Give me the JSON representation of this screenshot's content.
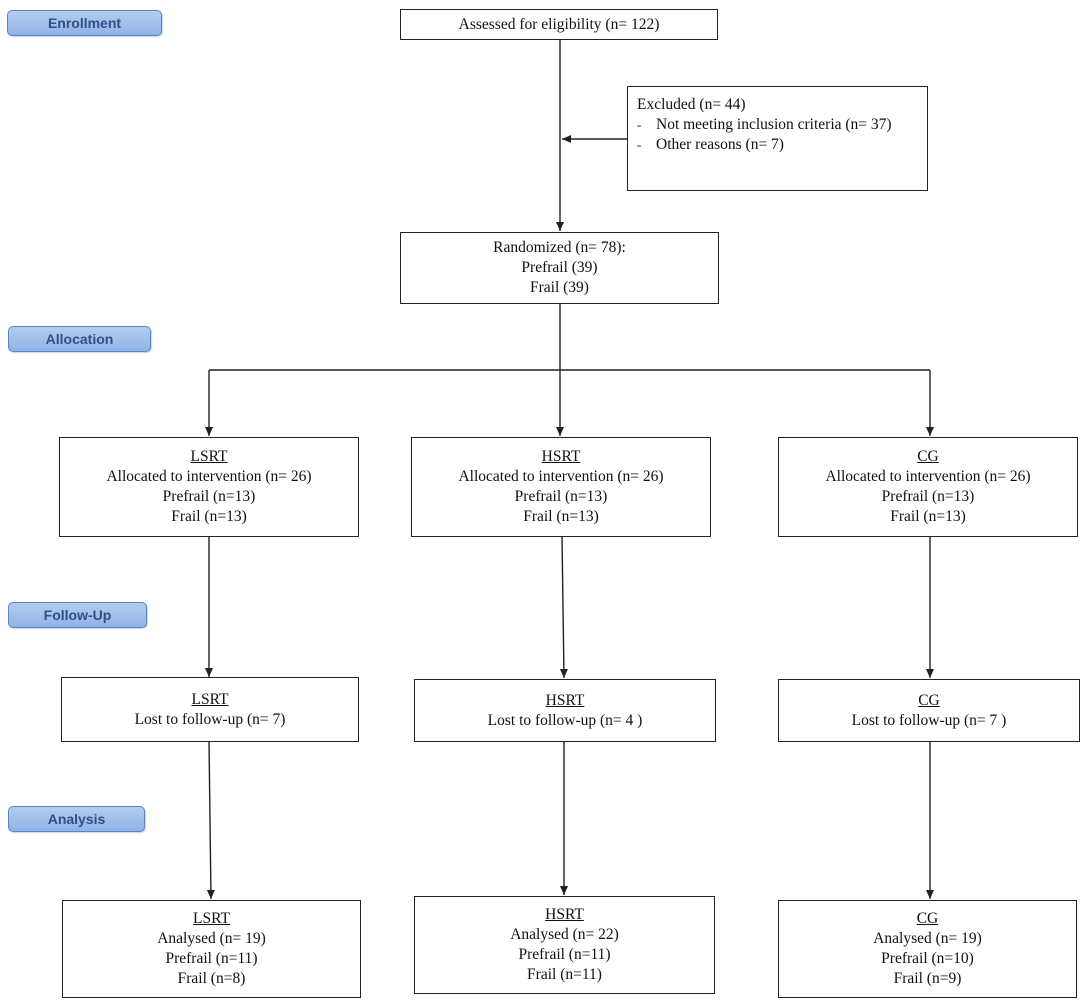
{
  "stages": {
    "enrollment": "Enrollment",
    "allocation": "Allocation",
    "follow_up": "Follow-Up",
    "analysis": "Analysis"
  },
  "assessed": "Assessed for eligibility (n= 122)",
  "excluded": {
    "title": "Excluded (n= 44)",
    "bullet": "-",
    "items": [
      "Not meeting inclusion criteria (n= 37)",
      "Other reasons (n= 7)"
    ]
  },
  "randomized": {
    "title": "Randomized (n= 78):",
    "prefrail": "Prefrail (39)",
    "frail": "Frail (39)"
  },
  "allocation_boxes": [
    {
      "group": "LSRT",
      "allocated": "Allocated to intervention (n= 26)",
      "prefrail": "Prefrail (n=13)",
      "frail": "Frail (n=13)"
    },
    {
      "group": "HSRT",
      "allocated": "Allocated to intervention (n= 26)",
      "prefrail": "Prefrail (n=13)",
      "frail": "Frail (n=13)"
    },
    {
      "group": "CG",
      "allocated": "Allocated to intervention (n= 26)",
      "prefrail": "Prefrail (n=13)",
      "frail": "Frail (n=13)"
    }
  ],
  "followup_boxes": [
    {
      "group": "LSRT",
      "lost": "Lost to follow-up (n= 7)"
    },
    {
      "group": "HSRT",
      "lost": "Lost to follow-up (n= 4 )"
    },
    {
      "group": "CG",
      "lost": "Lost to follow-up (n= 7 )"
    }
  ],
  "analysis_boxes": [
    {
      "group": "LSRT",
      "analysed": "Analysed (n= 19)",
      "prefrail": "Prefrail (n=11)",
      "frail": "Frail (n=8)"
    },
    {
      "group": "HSRT",
      "analysed": "Analysed (n= 22)",
      "prefrail": "Prefrail (n=11)",
      "frail": "Frail (n=11)"
    },
    {
      "group": "CG",
      "analysed": "Analysed (n= 19)",
      "prefrail": "Prefrail (n=10)",
      "frail": "Frail (n=9)"
    }
  ],
  "colors": {
    "stage_fill": "#9fbfea",
    "stage_border": "#5b84c4",
    "stage_text": "#2f4f8a",
    "line": "#222222"
  }
}
